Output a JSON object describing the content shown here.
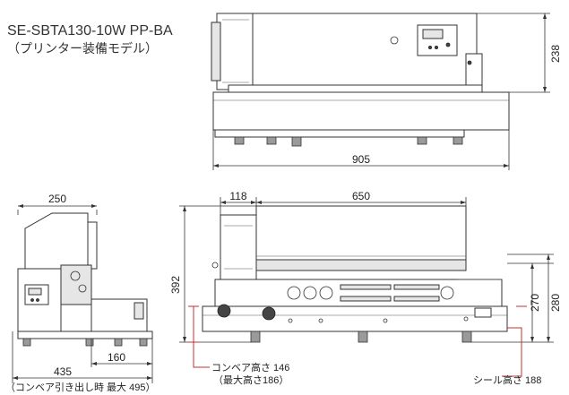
{
  "title": {
    "model": "SE-SBTA130-10W  PP-BA",
    "subtitle": "（プリンター装備モデル）"
  },
  "dimensions": {
    "top_height": "238",
    "top_width": "905",
    "side_width": "250",
    "side_depth": "435",
    "side_offset": "160",
    "front_left": "118",
    "front_main": "650",
    "front_height": "392",
    "front_h1": "270",
    "front_h2": "280"
  },
  "notes": {
    "side_caption": "（コンベア引き出し時 最大 495）",
    "conveyor_height": "コンベア高さ 146",
    "conveyor_max": "（最大高さ186）",
    "seal_height": "シール高さ 188"
  },
  "colors": {
    "line": "#333333",
    "accent": "#c03030",
    "shade": "#e6e6e6"
  }
}
